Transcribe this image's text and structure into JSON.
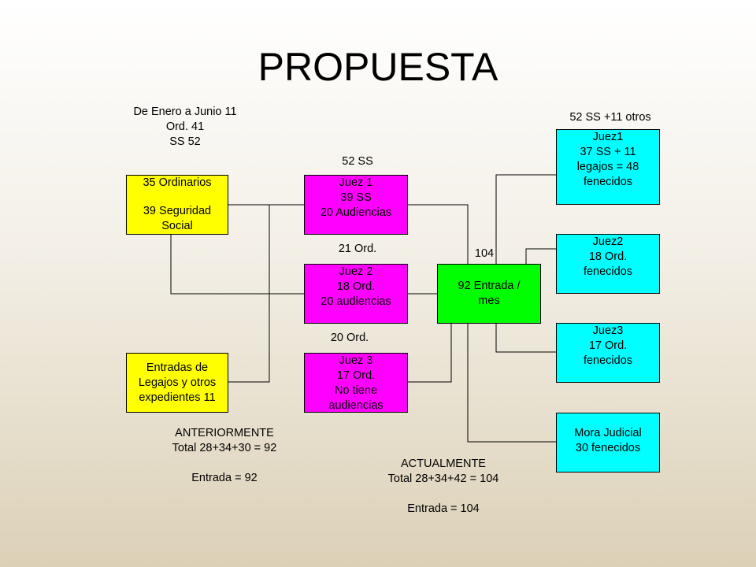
{
  "title": "PROPUESTA",
  "header_note": [
    "De Enero a Junio 11",
    "Ord. 41",
    "SS  52"
  ],
  "boxes": {
    "ordinarios": [
      "35 Ordinarios",
      "",
      "39 Seguridad",
      "Social"
    ],
    "entradas_legajos": [
      "Entradas de",
      "Legajos y otros",
      "expedientes 11"
    ],
    "juez1_left": [
      "Juez 1",
      "39 SS",
      "20 Audiencias"
    ],
    "juez2_left": [
      "Juez 2",
      "18 Ord.",
      "20 audiencias"
    ],
    "juez3_left": [
      "Juez 3",
      "17 Ord.",
      "No tiene",
      "audiencias"
    ],
    "entrada_mes": [
      "92 Entrada /",
      "mes"
    ],
    "juez1_right": [
      "Juez1",
      "37 SS + 11",
      "legajos = 48",
      "fenecidos"
    ],
    "juez2_right": [
      "Juez2",
      "18 Ord.",
      "fenecidos"
    ],
    "juez3_right": [
      "Juez3",
      "17 Ord.",
      "fenecidos"
    ],
    "mora": [
      "Mora Judicial",
      "30 fenecidos"
    ]
  },
  "labels": {
    "ss52": "52 SS",
    "ord21": "21 Ord.",
    "ord20": "20 Ord.",
    "n104": "104",
    "ss_otros": "52 SS +11 otros"
  },
  "anteriormente": [
    "ANTERIORMENTE",
    "Total 28+34+30 = 92",
    "Entrada = 92"
  ],
  "actualmente": [
    "ACTUALMENTE",
    "Total 28+34+42 = 104",
    "Entrada = 104"
  ],
  "colors": {
    "yellow": "#ffff00",
    "magenta": "#ff00ff",
    "green": "#00ff00",
    "cyan": "#00ffff"
  }
}
